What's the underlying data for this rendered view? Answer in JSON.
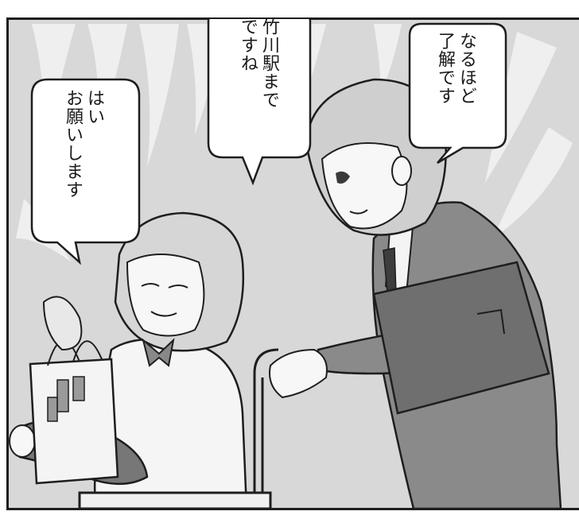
{
  "speech_bubbles": [
    {
      "lines": [
        "なるほど",
        "了解です"
      ]
    },
    {
      "lines": [
        "竹川駅まで",
        "ですね"
      ]
    },
    {
      "lines": [
        "はい",
        "お願いします"
      ]
    }
  ],
  "colors": {
    "panel_border": "#1e1e1e",
    "background_gray": "#d8d8d8",
    "suit_gray": "#8a8a8a",
    "jacket_gray": "#6f6f6f",
    "bubble_fill": "#ffffff"
  }
}
